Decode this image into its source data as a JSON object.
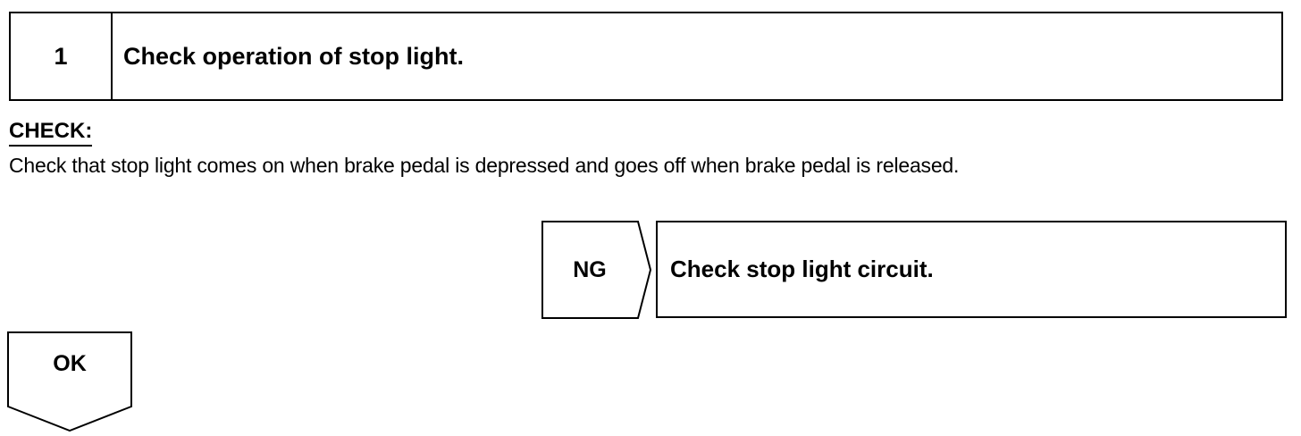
{
  "step": {
    "number": "1",
    "title": "Check operation of stop light."
  },
  "check": {
    "heading": "CHECK:",
    "text": "Check that stop light comes on when brake pedal is depressed and goes off when brake pedal is released."
  },
  "ng_branch": {
    "label": "NG",
    "result": "Check stop light circuit."
  },
  "ok_branch": {
    "label": "OK"
  }
}
